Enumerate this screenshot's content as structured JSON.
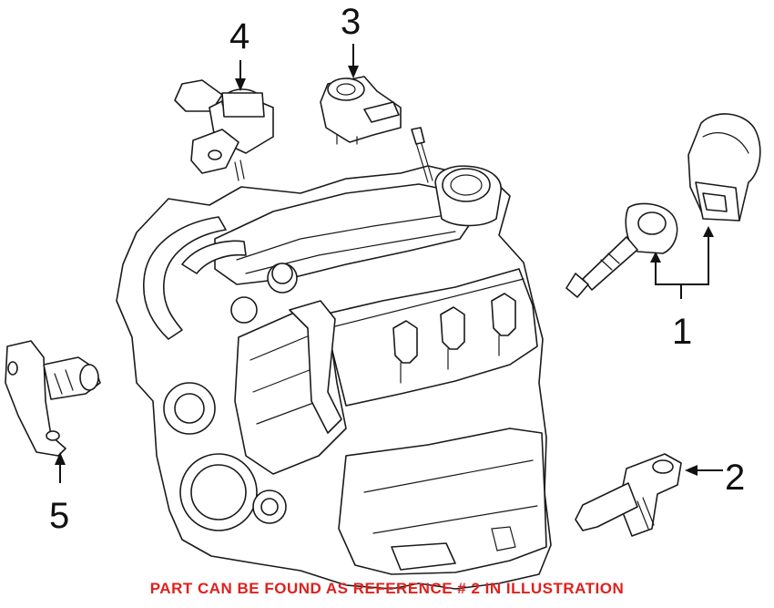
{
  "callouts": {
    "one": "1",
    "two": "2",
    "three": "3",
    "four": "4",
    "five": "5"
  },
  "caption": {
    "text": "PART CAN BE FOUND AS REFERENCE # 2 IN ILLUSTRATION",
    "color": "#e0201c"
  }
}
